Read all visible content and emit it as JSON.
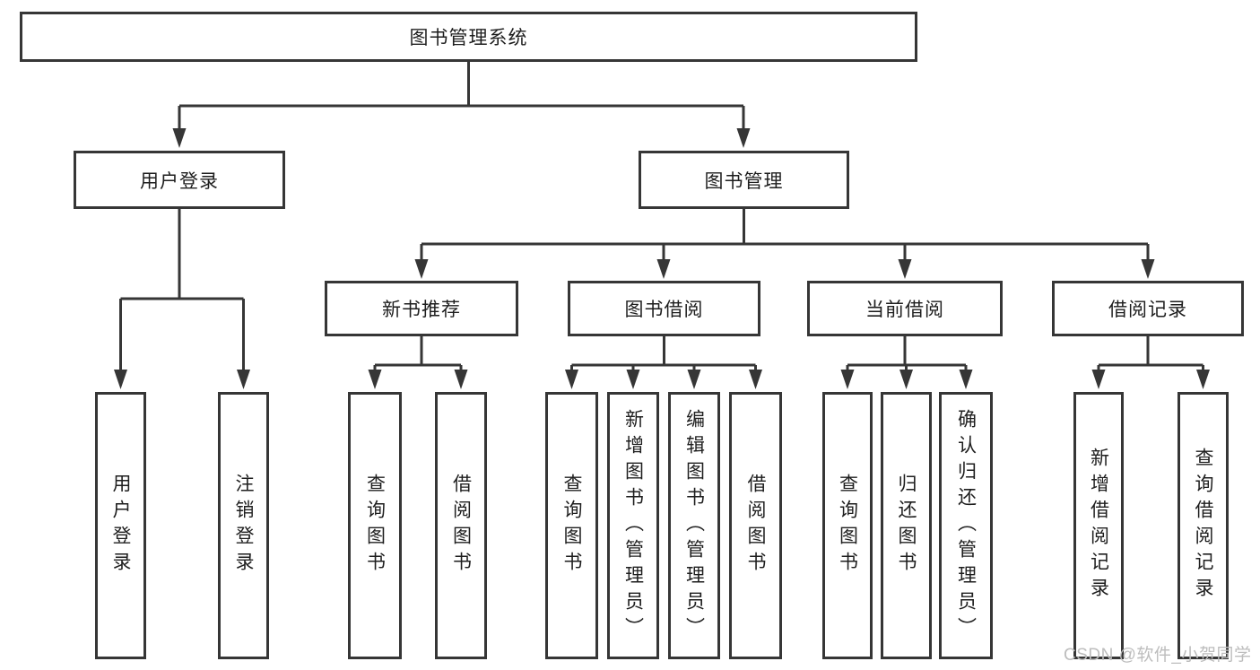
{
  "tree": {
    "root": {
      "label": "图书管理系统"
    },
    "children": [
      {
        "label": "用户登录",
        "children": [
          {
            "label": "用户登录"
          },
          {
            "label": "注销登录"
          }
        ]
      },
      {
        "label": "图书管理",
        "children": [
          {
            "label": "新书推荐",
            "children": [
              {
                "label": "查询图书"
              },
              {
                "label": "借阅图书"
              }
            ]
          },
          {
            "label": "图书借阅",
            "children": [
              {
                "label": "查询图书"
              },
              {
                "label": "新增图书（管理员）"
              },
              {
                "label": "编辑图书（管理员）"
              },
              {
                "label": "借阅图书"
              }
            ]
          },
          {
            "label": "当前借阅",
            "children": [
              {
                "label": "查询图书"
              },
              {
                "label": "归还图书"
              },
              {
                "label": "确认归还（管理员）"
              }
            ]
          },
          {
            "label": "借阅记录",
            "children": [
              {
                "label": "新增借阅记录"
              },
              {
                "label": "查询借阅记录"
              }
            ]
          }
        ]
      }
    ]
  },
  "watermark": {
    "text": "CSDN @软件_小贺同学"
  },
  "colors": {
    "line": "#363636",
    "box_border": "#363636",
    "box_background": "#ffffff",
    "text": "#1e1e1e",
    "watermark": "#bdbdbd",
    "background": "#ffffff"
  }
}
